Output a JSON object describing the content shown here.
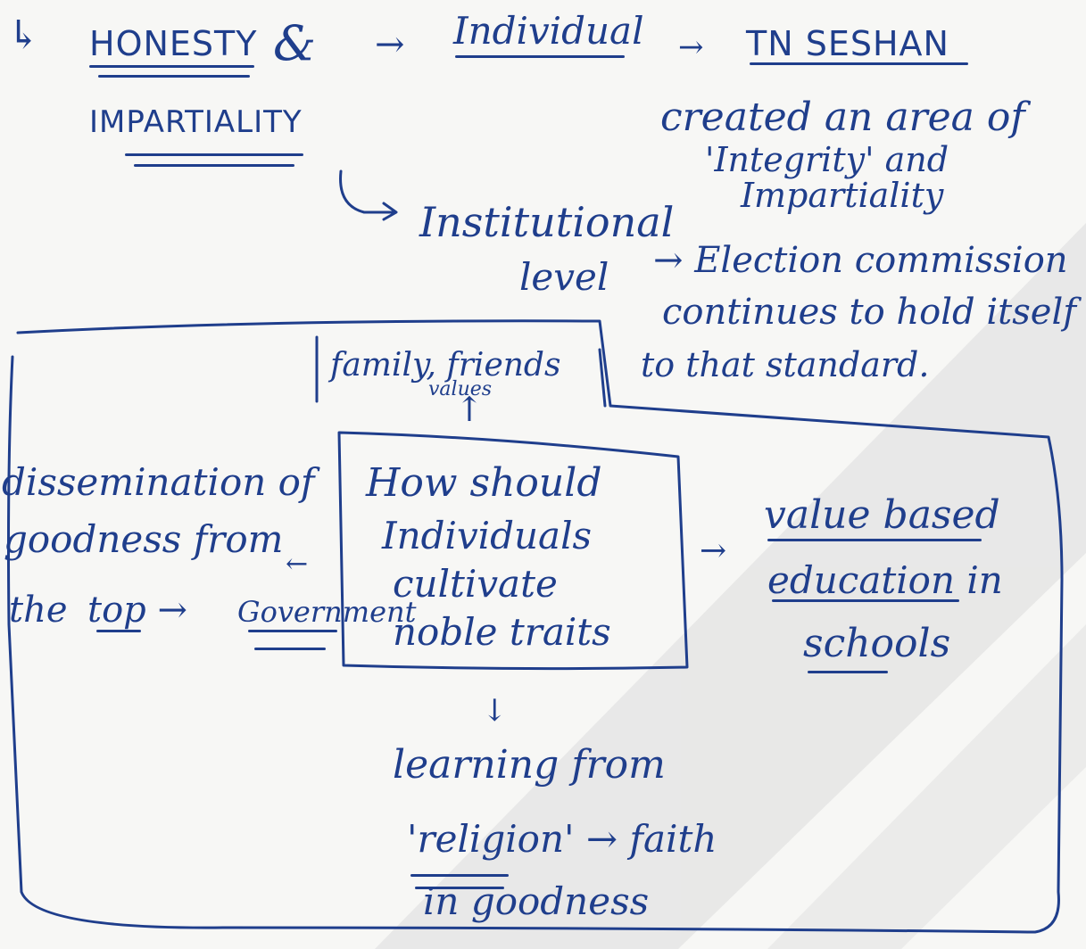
{
  "lines": {
    "arrow_prefix": "↳",
    "honesty": "HONESTY",
    "amp": "&",
    "arrow1": "→",
    "individual": "Individual",
    "arrow2": "→",
    "tn_seshan": "TN SESHAN",
    "impartiality": "IMPARTIALITY",
    "created_1": "created an area of",
    "created_2": "'Integrity' and",
    "created_3": "Impartiality",
    "institutional_1": "Institutional",
    "institutional_2": "level",
    "election_1": "→ Election commission",
    "election_2": "continues to hold itself",
    "election_3": "to that standard.",
    "family_1": "family, friends",
    "family_2": "values",
    "up_arrow": "↑",
    "center_1": "How should",
    "center_2": "Individuals",
    "center_3": "cultivate",
    "center_4": "noble traits",
    "left_1": "dissemination of",
    "left_2": "goodness from",
    "left_arrow": "←",
    "left_3a": "the",
    "left_3b": "top →",
    "left_3c": "Government",
    "right_arrow": "→",
    "right_1": "value based",
    "right_2": "education in",
    "right_3": "schools",
    "down_arrow": "↓",
    "bottom_1": "learning from",
    "bottom_2": "'religion' → faith",
    "bottom_3": "in goodness"
  },
  "colors": {
    "ink": "#1f3e8c",
    "paper": "#f7f7f5",
    "watermark": "#d9d9d9"
  }
}
